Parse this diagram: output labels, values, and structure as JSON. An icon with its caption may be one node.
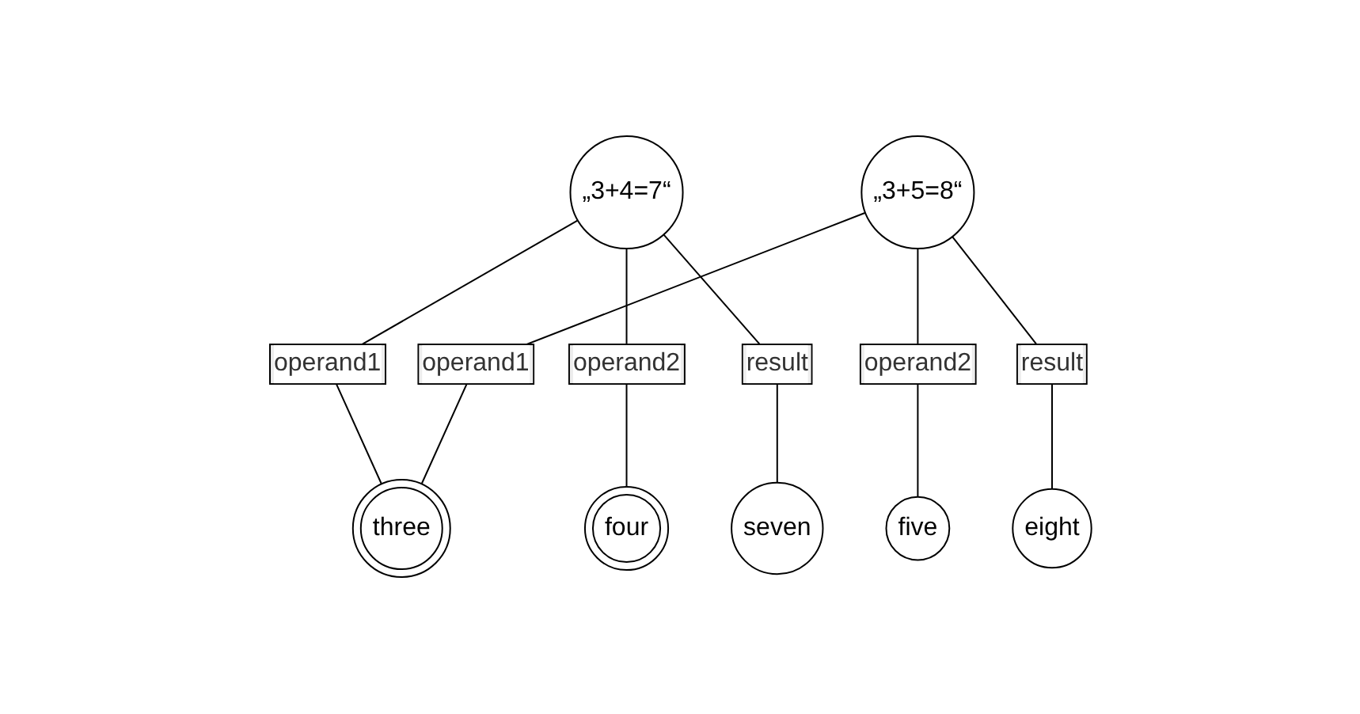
{
  "diagram": {
    "nodes": [
      {
        "text": [
          "„3+4=7“"
        ]
      },
      {
        "text": [
          "„3+5=8“"
        ]
      },
      {
        "text": [
          "three"
        ]
      },
      {
        "text": [
          "four"
        ]
      },
      {
        "text": [
          "seven"
        ]
      },
      {
        "text": [
          "five"
        ]
      },
      {
        "text": [
          "eight"
        ]
      }
    ],
    "edges": [
      {
        "from": 0,
        "to": 2,
        "arrow": "none",
        "label": "operand1"
      },
      {
        "from": 0,
        "to": 3,
        "arrow": "none",
        "label": "operand2"
      },
      {
        "from": 0,
        "to": 4,
        "arrow": "none",
        "label": "result"
      },
      {
        "from": 1,
        "to": 2,
        "arrow": "none",
        "label": "operand1"
      },
      {
        "from": 1,
        "to": 5,
        "arrow": "none",
        "label": "operand2"
      },
      {
        "from": 1,
        "to": 6,
        "arrow": "none",
        "label": "result"
      }
    ]
  }
}
